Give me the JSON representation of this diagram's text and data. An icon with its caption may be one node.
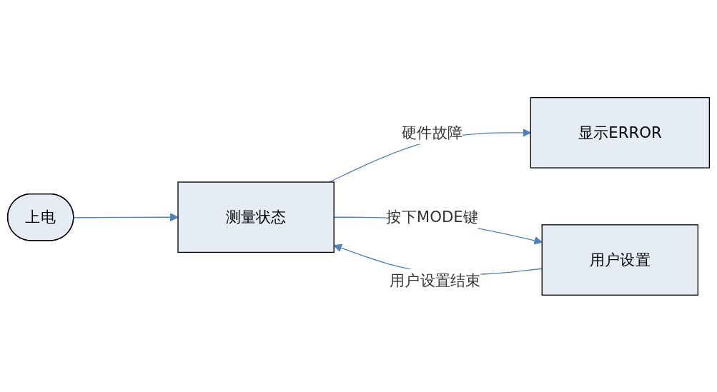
{
  "diagram": {
    "nodes": [
      {
        "text": [
          "上电"
        ]
      },
      {
        "text": [
          "测量状态"
        ]
      },
      {
        "text": [
          "显示ERROR"
        ]
      },
      {
        "text": [
          "用户设置"
        ]
      }
    ],
    "edges": [
      {
        "from": 0,
        "to": 1,
        "arrow": "to"
      },
      {
        "from": 1,
        "to": 2,
        "arrow": "to",
        "label": "硬件故障"
      },
      {
        "from": 3,
        "to": 1,
        "arrow": "to",
        "label": "用户设置结束"
      },
      {
        "from": 1,
        "to": 3,
        "arrow": "to",
        "label": "按下MODE键"
      }
    ]
  }
}
